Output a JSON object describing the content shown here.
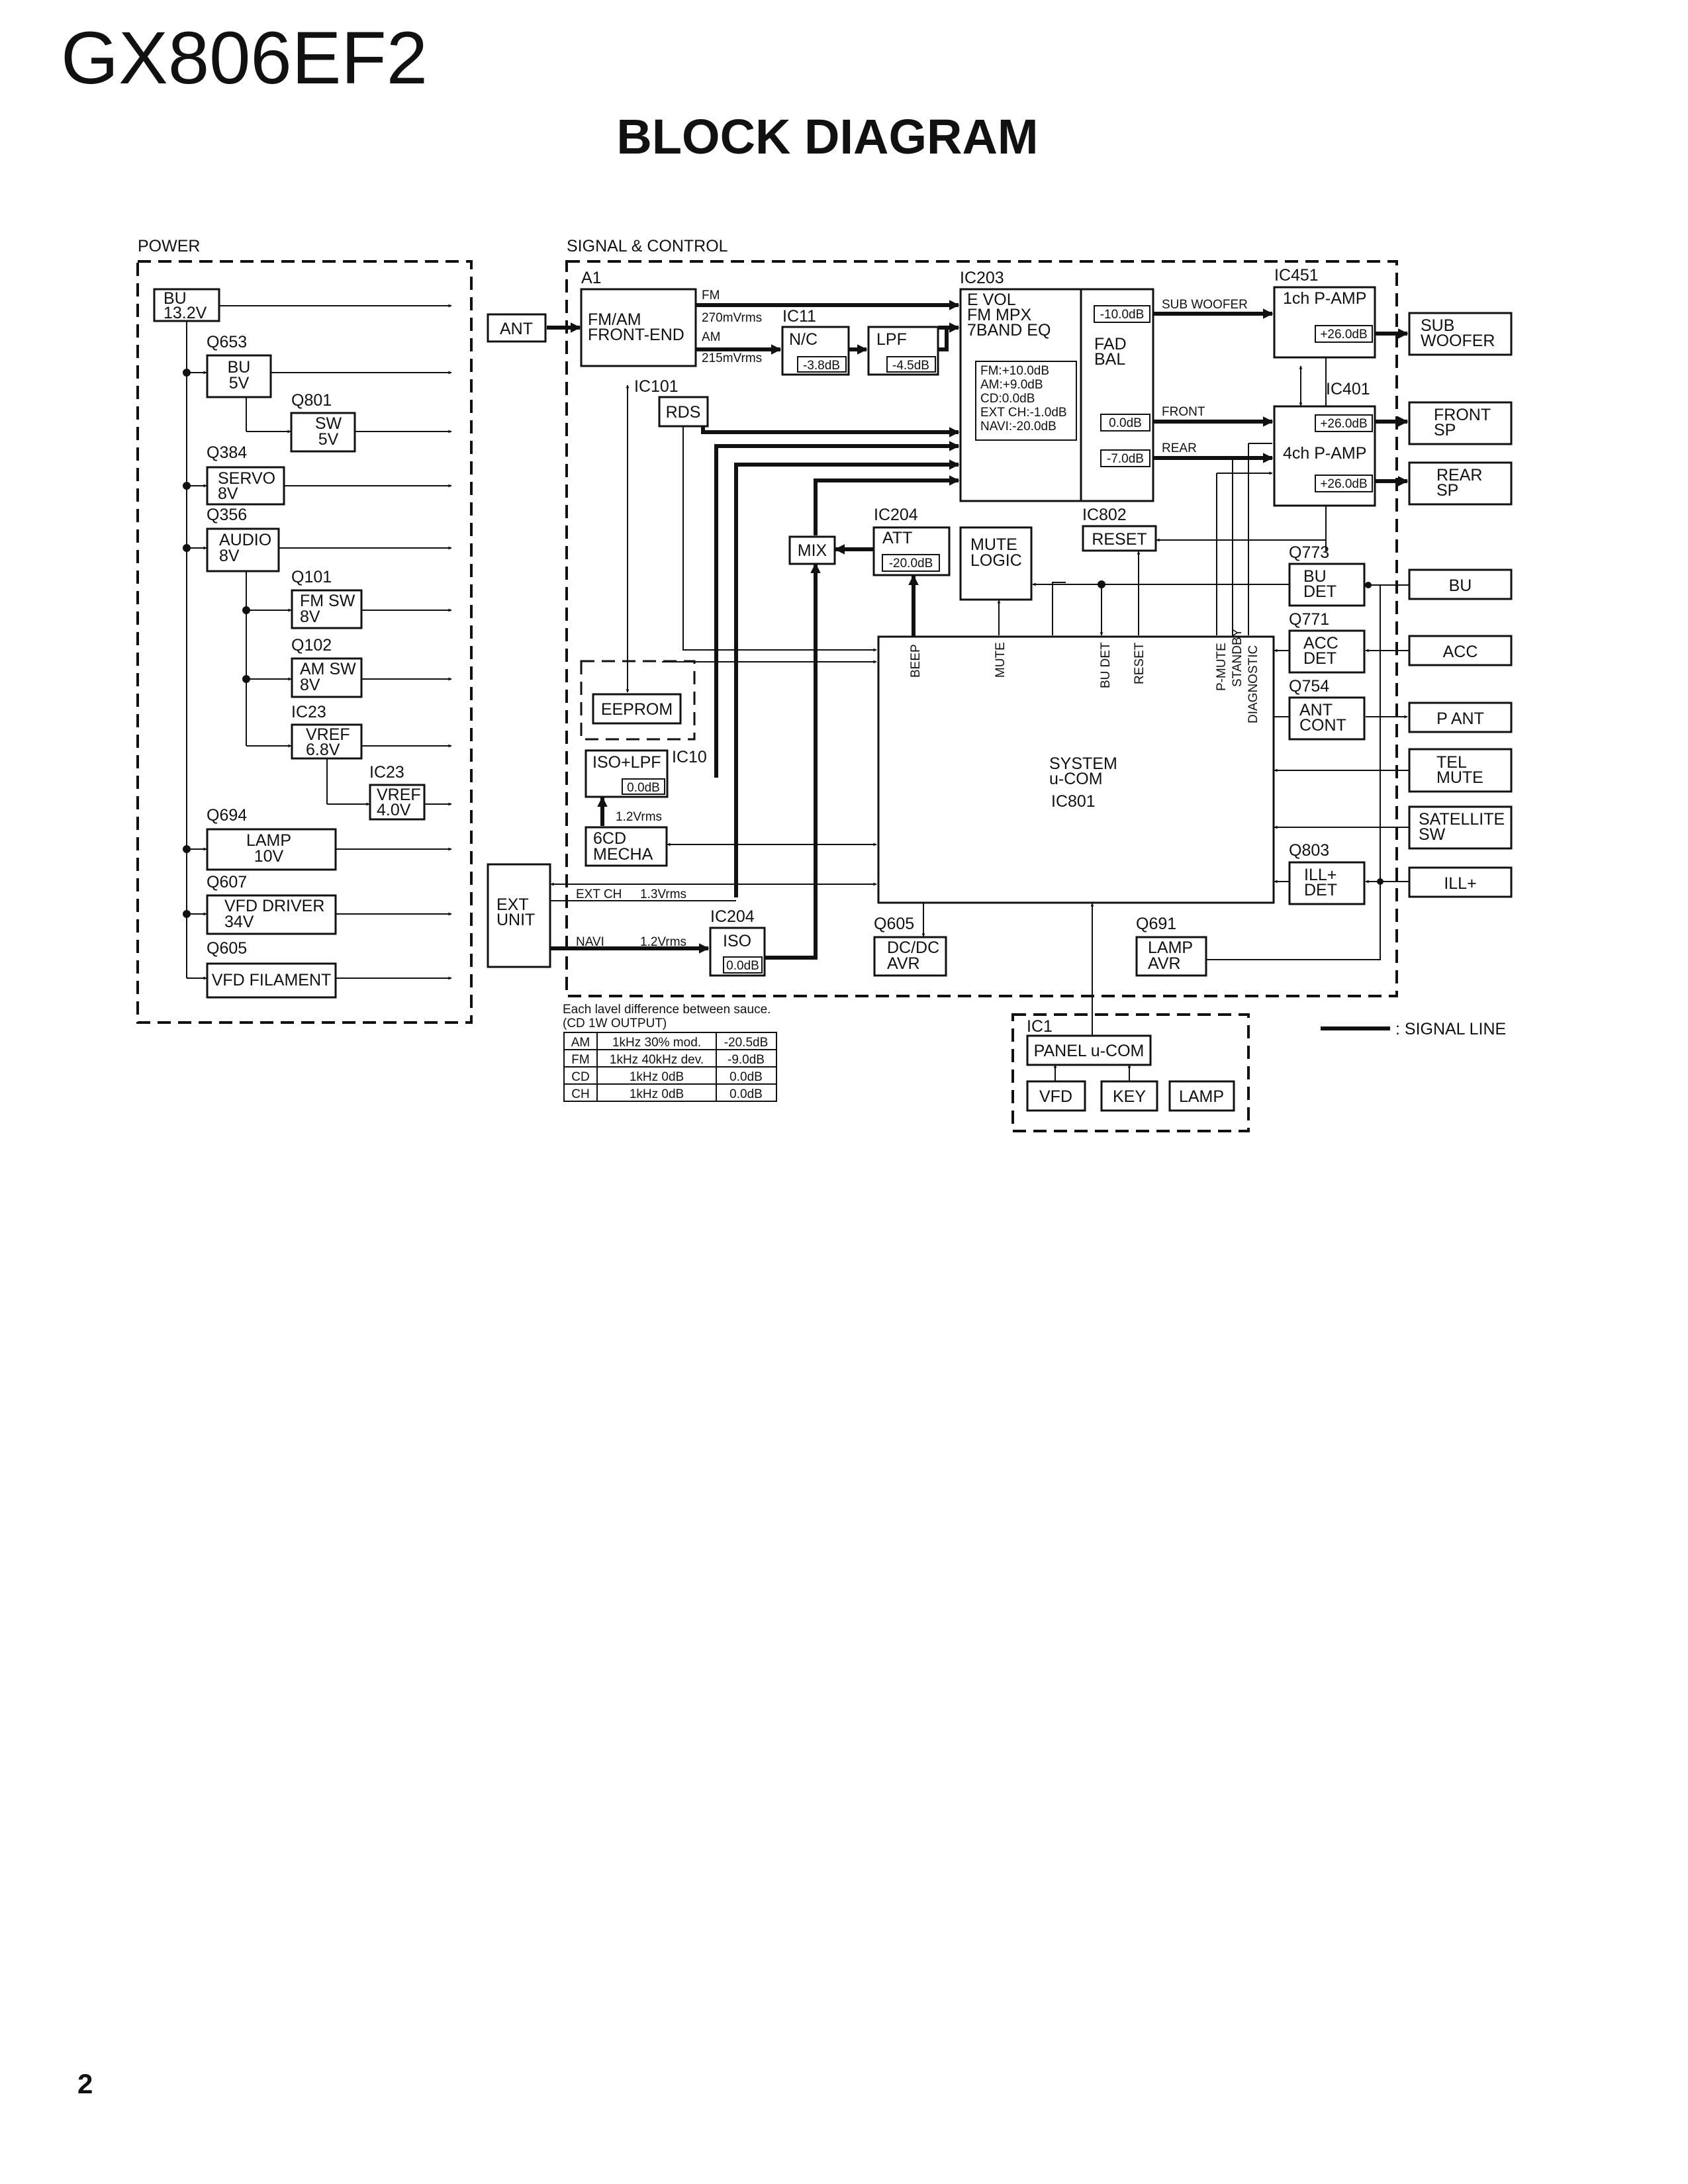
{
  "header": {
    "model": "GX806EF2",
    "title": "BLOCK DIAGRAM"
  },
  "sections": {
    "power": "POWER",
    "signal": "SIGNAL & CONTROL"
  },
  "power": {
    "bu_main": [
      "BU",
      "13.2V"
    ],
    "q653": "Q653",
    "bu5v": [
      "BU",
      "5V"
    ],
    "q801": "Q801",
    "sw5v": [
      "SW",
      "5V"
    ],
    "q384": "Q384",
    "servo": [
      "SERVO",
      "8V"
    ],
    "q356": "Q356",
    "audio": [
      "AUDIO",
      "8V"
    ],
    "q101": "Q101",
    "fmsw": [
      "FM SW",
      "8V"
    ],
    "q102": "Q102",
    "amsw": [
      "AM SW",
      "8V"
    ],
    "ic23": "IC23",
    "vref68": [
      "VREF",
      "6.8V"
    ],
    "ic23b": "IC23",
    "vref40": [
      "VREF",
      "4.0V"
    ],
    "q694": "Q694",
    "lamp10": [
      "LAMP",
      "10V"
    ],
    "q607": "Q607",
    "vfddrv": [
      "VFD DRIVER",
      "34V"
    ],
    "q605": "Q605",
    "vfdfil": "VFD FILAMENT"
  },
  "signal": {
    "ant": "ANT",
    "a1": "A1",
    "frontend": [
      "FM/AM",
      "FRONT-END"
    ],
    "fm": "FM",
    "fm_level": "270mVrms",
    "am": "AM",
    "am_level": "215mVrms",
    "ic11": "IC11",
    "nc": "N/C",
    "nc_gain": "-3.8dB",
    "lpf": "LPF",
    "lpf_gain": "-4.5dB",
    "ic101": "IC101",
    "rds": "RDS",
    "ic203": "IC203",
    "evol": [
      "E VOL",
      "FM MPX",
      "7BAND EQ"
    ],
    "levels": [
      "FM:+10.0dB",
      "AM:+9.0dB",
      "CD:0.0dB",
      "EXT CH:-1.0dB",
      "NAVI:-20.0dB"
    ],
    "fad": [
      "FAD",
      "BAL"
    ],
    "sub_gain": "-10.0dB",
    "front_gain": "0.0dB",
    "rear_gain": "-7.0dB",
    "subwoofer_line": "SUB WOOFER",
    "front_line": "FRONT",
    "rear_line": "REAR",
    "ic451": "IC451",
    "amp1": "1ch P-AMP",
    "amp1_gain": "+26.0dB",
    "ic401": "IC401",
    "amp4": "4ch P-AMP",
    "amp4_front_gain": "+26.0dB",
    "amp4_rear_gain": "+26.0dB",
    "out_sub": [
      "SUB",
      "WOOFER"
    ],
    "out_front": [
      "FRONT",
      "SP"
    ],
    "out_rear": [
      "REAR",
      "SP"
    ],
    "mix": "MIX",
    "ic204": "IC204",
    "att": "ATT",
    "att_gain": "-20.0dB",
    "mute": [
      "MUTE",
      "LOGIC"
    ],
    "ic802": "IC802",
    "reset": "RESET",
    "q773": "Q773",
    "budet": [
      "BU",
      "DET"
    ],
    "in_bu": "BU",
    "q771": "Q771",
    "accdet": [
      "ACC",
      "DET"
    ],
    "in_acc": "ACC",
    "q754": "Q754",
    "antcont": [
      "ANT",
      "CONT"
    ],
    "out_pant": "P ANT",
    "in_tel": [
      "TEL",
      "MUTE"
    ],
    "in_sat": [
      "SATELLITE",
      "SW"
    ],
    "q803": "Q803",
    "illdet": [
      "ILL+",
      "DET"
    ],
    "in_ill": "ILL+",
    "eeprom": "EEPROM",
    "isolpf": "ISO+LPF",
    "ic10": "IC10",
    "isolpf_gain": "0.0dB",
    "cd_level": "1.2Vrms",
    "mecha": [
      "6CD",
      "MECHA"
    ],
    "ext": [
      "EXT",
      "UNIT"
    ],
    "extch": "EXT CH",
    "extch_level": "1.3Vrms",
    "navi": "NAVI",
    "navi_level": "1.2Vrms",
    "ic204b": "IC204",
    "iso": "ISO",
    "iso_gain": "0.0dB",
    "sys": [
      "SYSTEM",
      "u-COM",
      "IC801"
    ],
    "pins": [
      "BEEP",
      "MUTE",
      "BU DET",
      "RESET",
      "P-MUTE",
      "STANDBY",
      "DIAGNOSTIC"
    ],
    "q605": "Q605",
    "dcdc": [
      "DC/DC",
      "AVR"
    ],
    "q691": "Q691",
    "lampavr": [
      "LAMP",
      "AVR"
    ]
  },
  "panel": {
    "ic1": "IC1",
    "panel": "PANEL u-COM",
    "vfd": "VFD",
    "key": "KEY",
    "lamp": "LAMP"
  },
  "legend": {
    "signal_line": ": SIGNAL LINE"
  },
  "notes": {
    "note1": "Each lavel difference between sauce.",
    "note2": "(CD 1W OUTPUT)"
  },
  "level_table": [
    [
      "AM",
      "1kHz 30% mod.",
      "-20.5dB"
    ],
    [
      "FM",
      "1kHz 40kHz dev.",
      "-9.0dB"
    ],
    [
      "CD",
      "1kHz 0dB",
      "0.0dB"
    ],
    [
      "CH",
      "1kHz 0dB",
      "0.0dB"
    ]
  ],
  "footer": {
    "page_number": "2"
  }
}
